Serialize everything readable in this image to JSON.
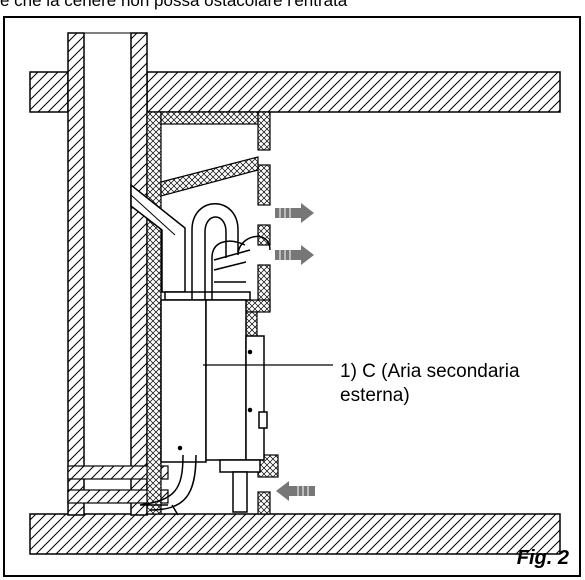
{
  "header_text": "e che la cenere non possa ostacolare l'entrata",
  "callout": {
    "line1": "1) C (Aria secondaria",
    "line2": "esterna)"
  },
  "figure_label": "Fig. 2",
  "colors": {
    "ink": "#000000",
    "background": "#ffffff",
    "arrow": "#777777"
  }
}
